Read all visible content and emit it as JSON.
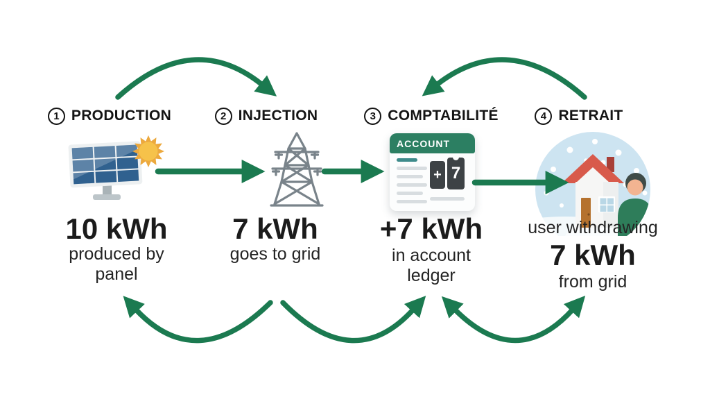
{
  "steps": [
    {
      "number": "1",
      "title": "PRODUCTION",
      "icon": "solar-panel-sun-icon",
      "value": "10 kWh",
      "caption": "produced by panel"
    },
    {
      "number": "2",
      "title": "INJECTION",
      "icon": "transmission-tower-icon",
      "value": "7 kWh",
      "caption": "goes to grid"
    },
    {
      "number": "3",
      "title": "COMPTABILITÉ",
      "icon": "account-ledger-icon",
      "value": "+7 kWh",
      "caption": "in account ledger",
      "ledger": {
        "header": "ACCOUNT",
        "tile_plus": "+",
        "tile_digit": "7"
      }
    },
    {
      "number": "4",
      "title": "RETRAIT",
      "icon": "winter-house-user-icon",
      "pre_caption": "user withdrawing",
      "value": "7 kWh",
      "caption": "from grid"
    }
  ],
  "arrows": [
    {
      "name": "arc-production-to-injection",
      "from": "PRODUCTION",
      "to": "INJECTION",
      "style": "curved-top"
    },
    {
      "name": "arc-retrait-to-comptabilite",
      "from": "RETRAIT",
      "to": "COMPTABILITÉ",
      "style": "curved-top"
    },
    {
      "name": "arrow-production-to-injection",
      "from": "PRODUCTION",
      "to": "INJECTION",
      "style": "straight"
    },
    {
      "name": "arrow-injection-to-comptabilite",
      "from": "INJECTION",
      "to": "COMPTABILITÉ",
      "style": "straight"
    },
    {
      "name": "arrow-comptabilite-to-retrait",
      "from": "COMPTABILITÉ",
      "to": "RETRAIT",
      "style": "straight"
    },
    {
      "name": "arc-injection-to-production",
      "from": "INJECTION",
      "to": "PRODUCTION",
      "style": "curved-bottom"
    },
    {
      "name": "arc-injection-to-comptabilite",
      "from": "INJECTION",
      "to": "COMPTABILITÉ",
      "style": "curved-bottom"
    },
    {
      "name": "arc-comptabilite-retrait-bidirectional",
      "from": "COMPTABILITÉ",
      "to": "RETRAIT",
      "style": "curved-bottom-double"
    }
  ],
  "colors": {
    "arrow_green": "#1b7a50",
    "ledger_header_green": "#2c7f62",
    "panel_blue": "#30618f",
    "sun_yellow": "#f6c24a",
    "roof_red": "#d85a4b",
    "globe_blue": "#cde4f1"
  }
}
